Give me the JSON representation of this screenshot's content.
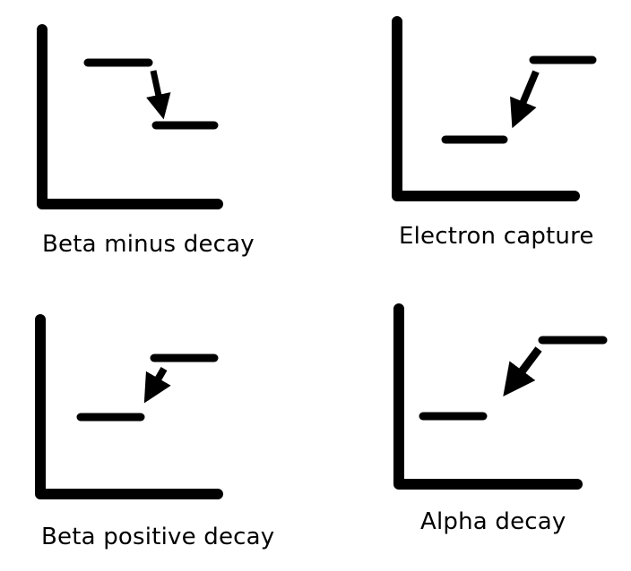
{
  "colors": {
    "ink": "#000000",
    "background": "#ffffff"
  },
  "panels": [
    {
      "label": "Beta minus decay"
    },
    {
      "label": "Electron capture"
    },
    {
      "label": "Beta positive decay"
    },
    {
      "label": "Alpha decay"
    }
  ]
}
